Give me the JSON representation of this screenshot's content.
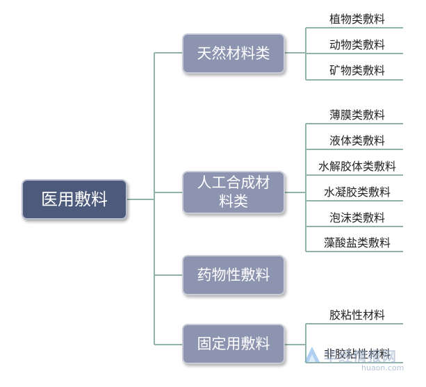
{
  "diagram": {
    "root": "医用敷料",
    "categories": [
      {
        "label": "天然材料类",
        "items": [
          "植物类敷料",
          "动物类敷料",
          "矿物类敷料"
        ]
      },
      {
        "label": "人工合成材料类",
        "items": [
          "薄膜类敷料",
          "液体类敷料",
          "水解胶体类敷料",
          "水凝胶类敷料",
          "泡沫类敷料",
          "藻酸盐类敷料"
        ]
      },
      {
        "label": "药物性敷料",
        "items": []
      },
      {
        "label": "固定用敷料",
        "items": [
          "胶粘性材料",
          "非胶粘性材料"
        ]
      }
    ]
  },
  "watermark": {
    "cn": "华经情报网",
    "en": "huaon.com"
  },
  "colors": {
    "line": "#8fb3a8",
    "root": "#4e5a7c",
    "category": "#8d94b0"
  }
}
